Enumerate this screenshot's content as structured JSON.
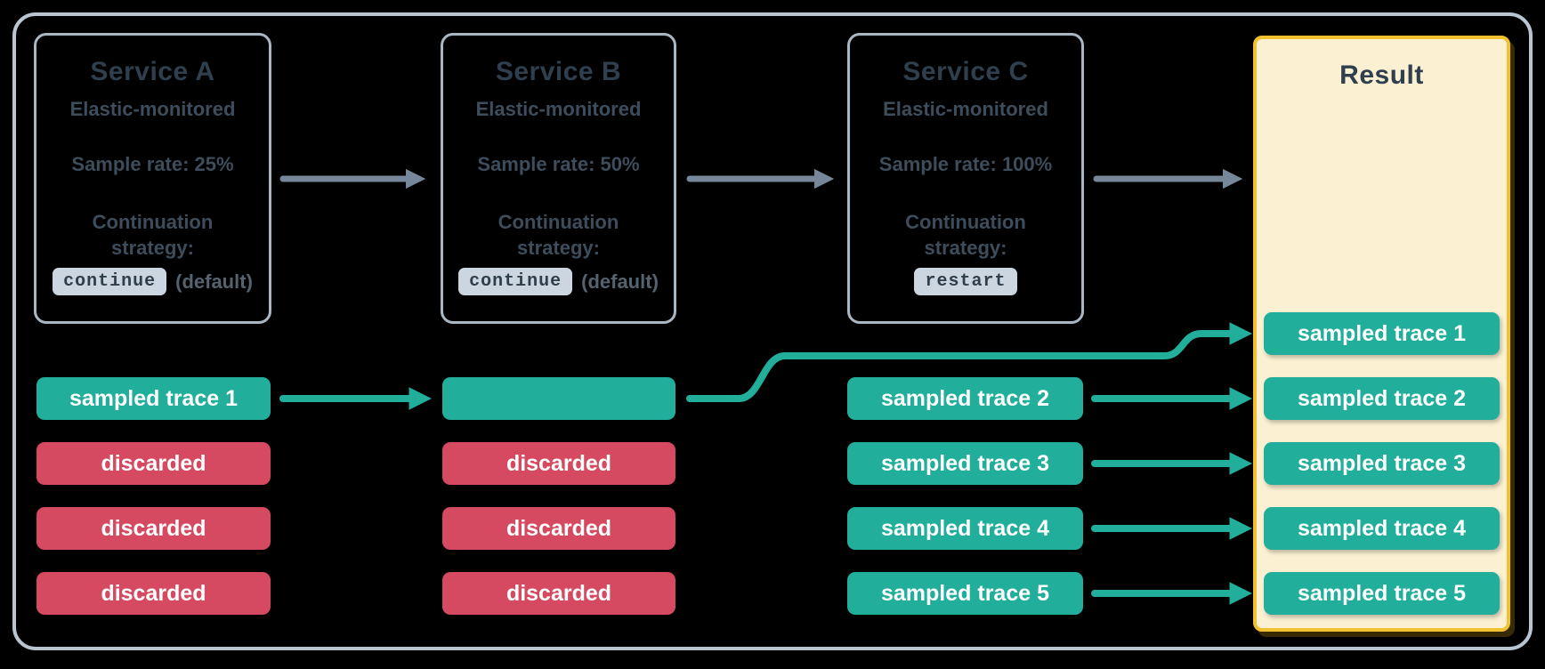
{
  "diagram": {
    "services": [
      {
        "name": "Service A",
        "monitoring": "Elastic-monitored",
        "sample_rate": "Sample rate: 25%",
        "strategy_label": "Continuation strategy:",
        "strategy_value": "continue",
        "strategy_note": "(default)"
      },
      {
        "name": "Service B",
        "monitoring": "Elastic-monitored",
        "sample_rate": "Sample rate: 50%",
        "strategy_label": "Continuation strategy:",
        "strategy_value": "continue",
        "strategy_note": "(default)"
      },
      {
        "name": "Service C",
        "monitoring": "Elastic-monitored",
        "sample_rate": "Sample rate: 100%",
        "strategy_label": "Continuation strategy:",
        "strategy_value": "restart"
      }
    ],
    "lanes": {
      "service_a": [
        {
          "label": "sampled trace 1",
          "type": "sampled"
        },
        {
          "label": "discarded",
          "type": "discarded"
        },
        {
          "label": "discarded",
          "type": "discarded"
        },
        {
          "label": "discarded",
          "type": "discarded"
        }
      ],
      "service_b": [
        {
          "label": "",
          "type": "sampled"
        },
        {
          "label": "discarded",
          "type": "discarded"
        },
        {
          "label": "discarded",
          "type": "discarded"
        },
        {
          "label": "discarded",
          "type": "discarded"
        }
      ],
      "service_c": [
        {
          "label": "sampled trace 2",
          "type": "sampled"
        },
        {
          "label": "sampled trace 3",
          "type": "sampled"
        },
        {
          "label": "sampled trace 4",
          "type": "sampled"
        },
        {
          "label": "sampled trace 5",
          "type": "sampled"
        }
      ]
    },
    "result": {
      "title": "Result",
      "rows": [
        "sampled trace 1",
        "sampled trace 2",
        "sampled trace 3",
        "sampled trace 4",
        "sampled trace 5"
      ]
    },
    "connections": [
      {
        "from": "Service A",
        "to": "Service B",
        "style": "gray"
      },
      {
        "from": "Service B",
        "to": "Service C",
        "style": "gray"
      },
      {
        "from": "Service C",
        "to": "Result",
        "style": "gray"
      },
      {
        "from": "sampled trace 1 (Service A)",
        "to": "Service B lane",
        "style": "teal"
      },
      {
        "from": "Service B lane",
        "to": "Result sampled trace 1",
        "style": "teal"
      },
      {
        "from": "sampled trace 2 (Service C)",
        "to": "Result sampled trace 2",
        "style": "teal"
      },
      {
        "from": "sampled trace 3 (Service C)",
        "to": "Result sampled trace 3",
        "style": "teal"
      },
      {
        "from": "sampled trace 4 (Service C)",
        "to": "Result sampled trace 4",
        "style": "teal"
      },
      {
        "from": "sampled trace 5 (Service C)",
        "to": "Result sampled trace 5",
        "style": "teal"
      }
    ],
    "colors": {
      "background": "#000000",
      "frame_border": "#b9c5d0",
      "service_border": "#a9b7c3",
      "title_text": "#2f3f4d",
      "body_text": "#3d4d5b",
      "chip_background": "#ccd6e0",
      "sampled_teal": "#21ae9b",
      "discarded_red": "#d54a60",
      "result_background": "#fbf1d2",
      "result_border": "#f2c12f",
      "arrow_gray": "#76879a"
    }
  }
}
